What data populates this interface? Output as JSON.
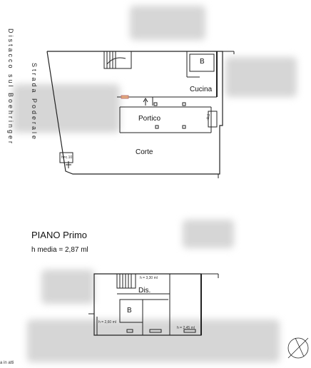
{
  "plan_ground": {
    "road_text_1": "Strada Poderale",
    "road_text_2": "Distacco sul Boehringer",
    "rooms": {
      "b": "B",
      "cucina": "Cucina",
      "portico": "Portico",
      "rip": "Rip.",
      "corte": "Corte",
      "small": "h=c.10"
    }
  },
  "plan_first": {
    "title": "PIANO Primo",
    "height_note": "h media = 2,87 ml",
    "rooms": {
      "dis": "Dis.",
      "b": "B"
    },
    "heights": {
      "h1": "h = 3,30 ml",
      "h2": "h = 2,60 ml",
      "h3": "h = 2,45 ml"
    }
  },
  "footer": {
    "note": "a in atti"
  }
}
